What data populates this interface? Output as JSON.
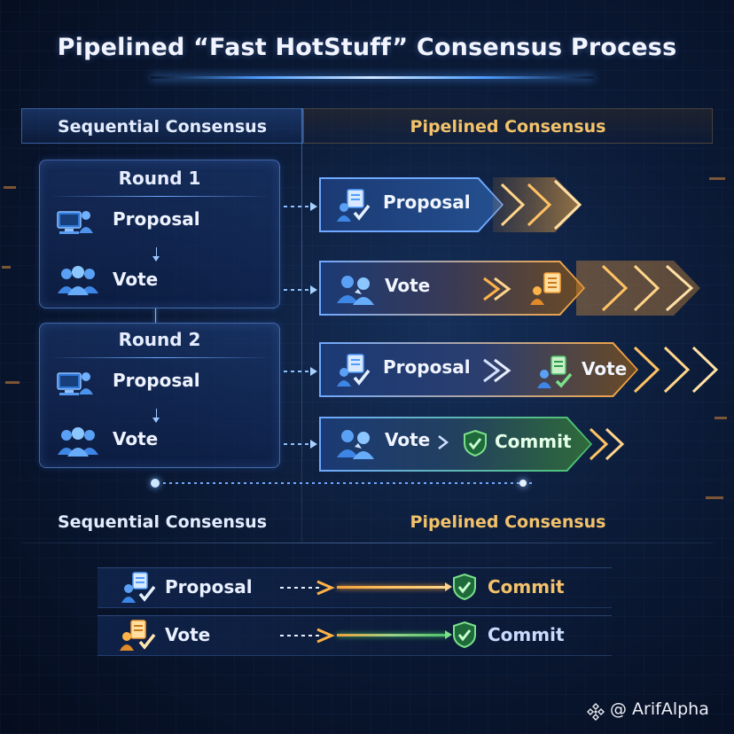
{
  "title": "Pipelined “Fast HotStuff” Consensus Process",
  "headers": {
    "sequential": "Sequential Consensus",
    "pipelined": "Pipelined Consensus"
  },
  "rounds": [
    {
      "title": "Round 1",
      "proposal": "Proposal",
      "vote": "Vote"
    },
    {
      "title": "Round 2",
      "proposal": "Proposal",
      "vote": "Vote"
    }
  ],
  "lanes": [
    {
      "label": "Proposal"
    },
    {
      "label": "Vote",
      "tail_icon": "proposal-icon"
    },
    {
      "label": "Proposal",
      "tail_label": "Vote"
    },
    {
      "label": "Vote",
      "tail_label": "Commit"
    }
  ],
  "footer_headers": {
    "sequential": "Sequential Consensus",
    "pipelined": "Pipelined Consensus"
  },
  "summary_rows": [
    {
      "label": "Proposal",
      "result": "Commit"
    },
    {
      "label": "Vote",
      "result": "Commit"
    }
  ],
  "watermark": "@ ArifAlpha",
  "colors": {
    "accent_blue": "#4f9dff",
    "accent_orange": "#f5a13a",
    "accent_gold": "#f3c26a",
    "commit_green": "#4cc36a",
    "background": "#0b1a36"
  }
}
